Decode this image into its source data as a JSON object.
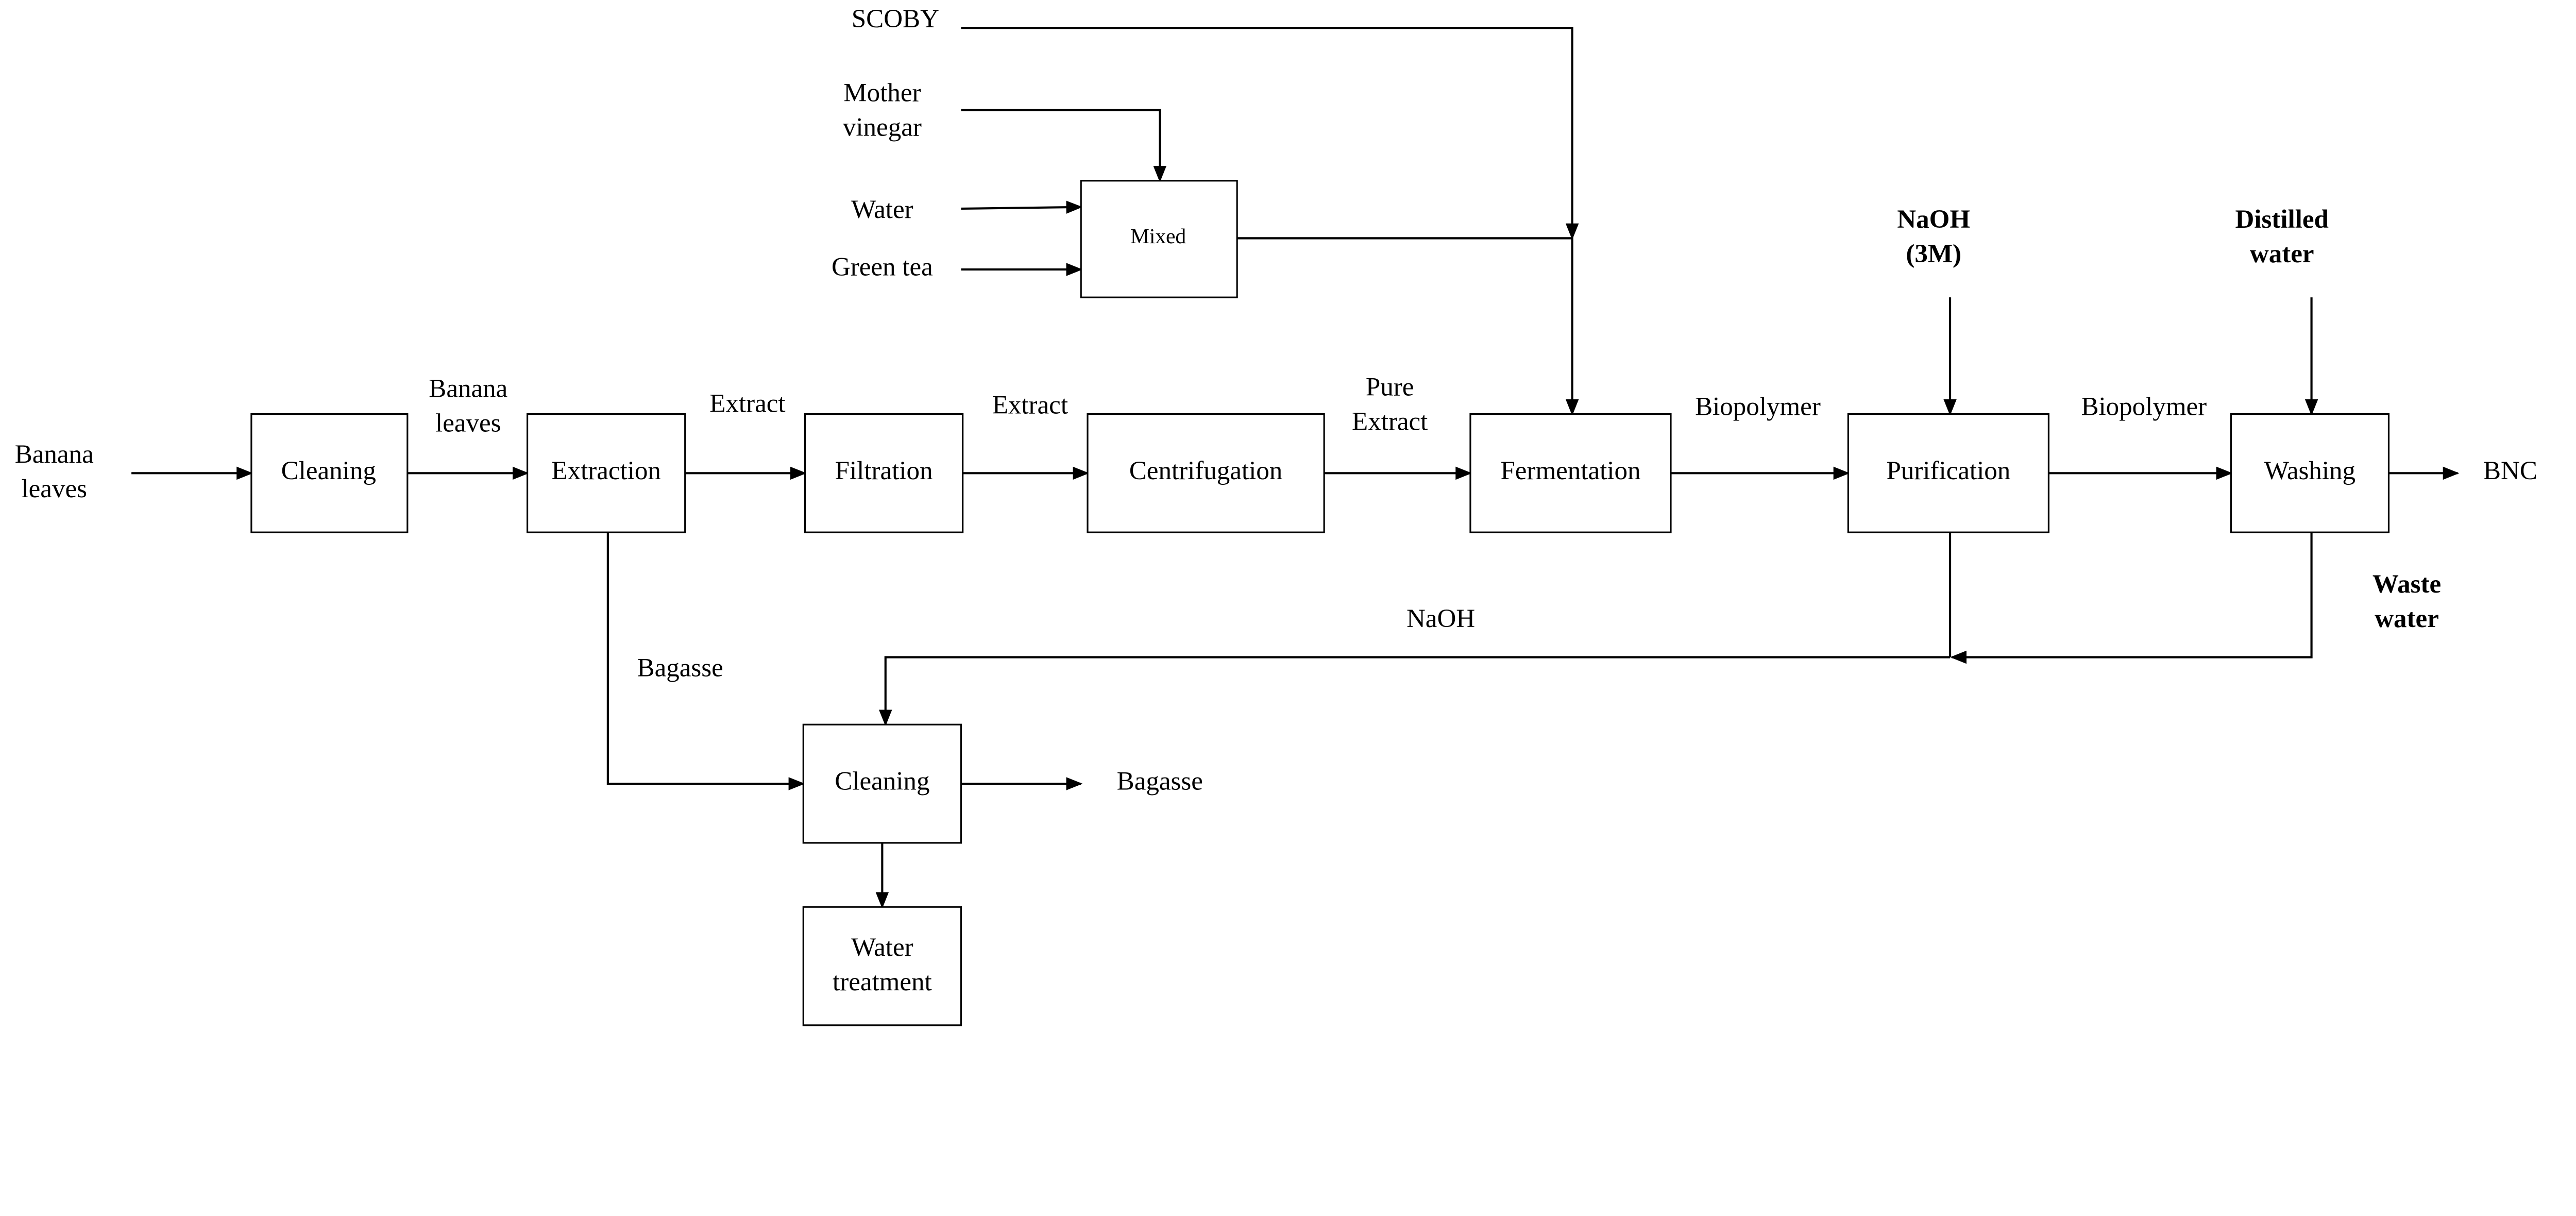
{
  "boxes": {
    "cleaning": "Cleaning",
    "extraction": "Extraction",
    "filtration": "Filtration",
    "centrifugation": "Centrifugation",
    "fermentation": "Fermentation",
    "purification": "Purification",
    "washing": "Washing",
    "mixed": "Mixed",
    "cleaning2": "Cleaning",
    "water_treatment": [
      "Water",
      "treatment"
    ]
  },
  "labels": {
    "banana_leaves_input": [
      "Banana",
      "leaves"
    ],
    "banana_leaves_stream": [
      "Banana",
      "leaves"
    ],
    "extract1": "Extract",
    "extract2": "Extract",
    "pure_extract": [
      "Pure",
      "Extract"
    ],
    "biopolymer1": "Biopolymer",
    "biopolymer2": "Biopolymer",
    "bnc": "BNC",
    "scoby": "SCOBY",
    "mother_vinegar": [
      "Mother",
      "vinegar"
    ],
    "water": "Water",
    "green_tea": "Green tea",
    "naoh_3m": [
      "NaOH",
      "(3M)"
    ],
    "distilled_water": [
      "Distilled",
      "water"
    ],
    "waste_water": [
      "Waste",
      "water"
    ],
    "naoh": "NaOH",
    "bagasse_stream": "Bagasse",
    "bagasse_out": "Bagasse"
  }
}
